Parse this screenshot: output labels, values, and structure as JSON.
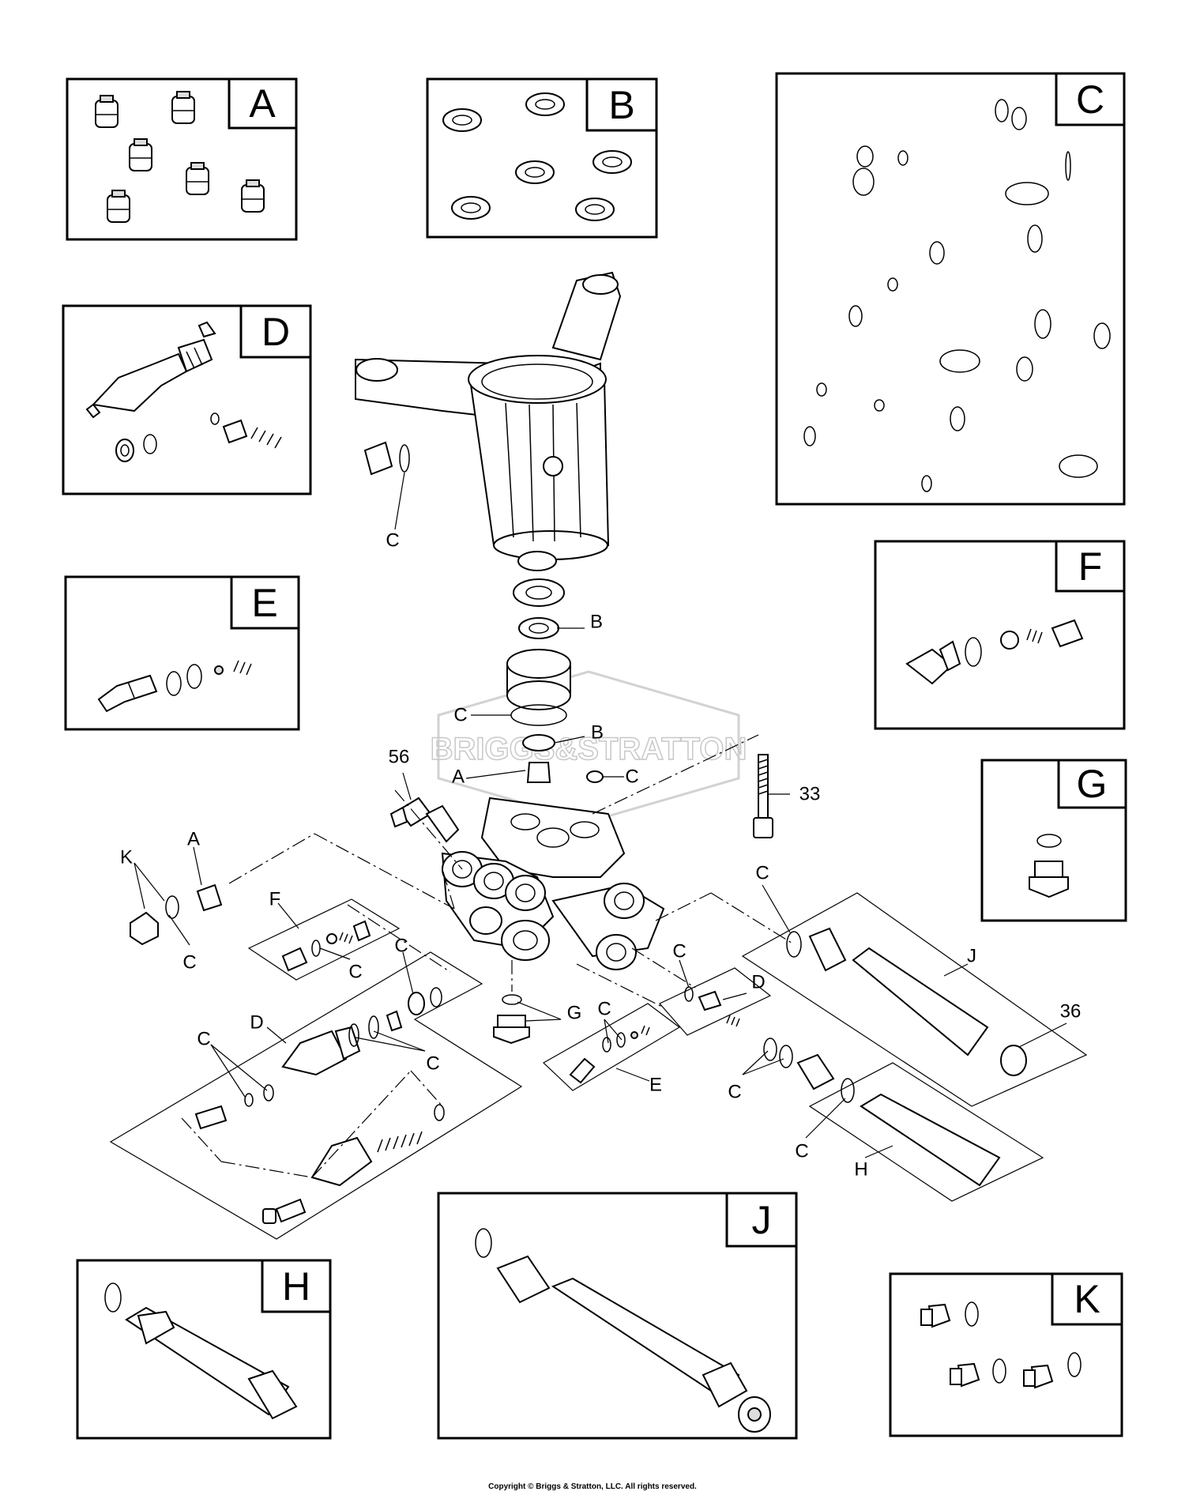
{
  "kits": [
    {
      "letter": "A"
    },
    {
      "letter": "B"
    },
    {
      "letter": "C"
    },
    {
      "letter": "D"
    },
    {
      "letter": "E"
    },
    {
      "letter": "F"
    },
    {
      "letter": "G"
    },
    {
      "letter": "H"
    },
    {
      "letter": "J"
    },
    {
      "letter": "K"
    }
  ],
  "callouts": {
    "c_plug": "C",
    "b_upper": "B",
    "c_ring": "C",
    "b_lower": "B",
    "a_valve": "A",
    "c_cap": "C",
    "n56": "56",
    "n33": "33",
    "k": "K",
    "a_left": "A",
    "c_left": "C",
    "f": "F",
    "c_f": "C",
    "c_top": "C",
    "d": "D",
    "c_d1": "C",
    "c_d2": "C",
    "g": "G",
    "c_e": "C",
    "e": "E",
    "c_small": "C",
    "d_small": "D",
    "c_j": "C",
    "j": "J",
    "n36": "36",
    "c_h1": "C",
    "c_h2": "C",
    "h": "H"
  },
  "watermark": "BRIGGS&STRATTON",
  "copyright": "Copyright © Briggs & Stratton, LLC. All rights reserved."
}
